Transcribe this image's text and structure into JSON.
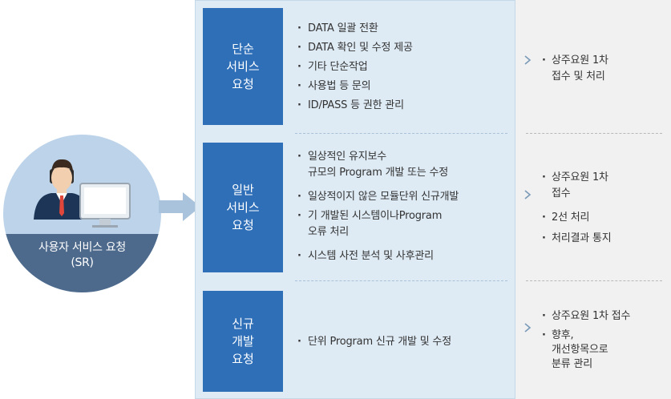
{
  "user": {
    "caption_line1": "사용자 서비스 요청",
    "caption_line2": "(SR)"
  },
  "colors": {
    "category_box": "#2f6fb8",
    "left_panel": "#deeaf4",
    "right_panel": "#f1f1f1",
    "user_circle": "#bcd3ea",
    "user_caption": "#4d6a8c"
  },
  "categories": [
    {
      "label_lines": [
        "단순",
        "서비스",
        "요청"
      ],
      "items": [
        [
          "DATA 일괄 전환"
        ],
        [
          "DATA 확인 및 수정 제공"
        ],
        [
          "기타 단순작업"
        ],
        [
          "사용법 등 문의"
        ],
        [
          "ID/PASS 등 권한 관리"
        ]
      ],
      "handling": [
        [
          "상주요원 1차",
          "접수 및 처리"
        ]
      ]
    },
    {
      "label_lines": [
        "일반",
        "서비스",
        "요청"
      ],
      "items": [
        [
          "일상적인 유지보수",
          "규모의 Program 개발 또는 수정"
        ],
        [
          "일상적이지 않은 모듈단위 신규개발"
        ],
        [
          "기 개발된 시스템이나Program",
          "오류 처리"
        ],
        [
          "시스템 사전 분석 및 사후관리"
        ]
      ],
      "handling": [
        [
          "상주요원 1차",
          "접수"
        ],
        [
          "2선 처리"
        ],
        [
          "처리결과 통지"
        ]
      ]
    },
    {
      "label_lines": [
        "신규",
        "개발",
        "요청"
      ],
      "items": [
        [
          "단위 Program 신규 개발 및 수정"
        ]
      ],
      "handling": [
        [
          "상주요원 1차 접수"
        ],
        [
          "향후,",
          "개선항목으로",
          "분류 관리"
        ]
      ]
    }
  ]
}
